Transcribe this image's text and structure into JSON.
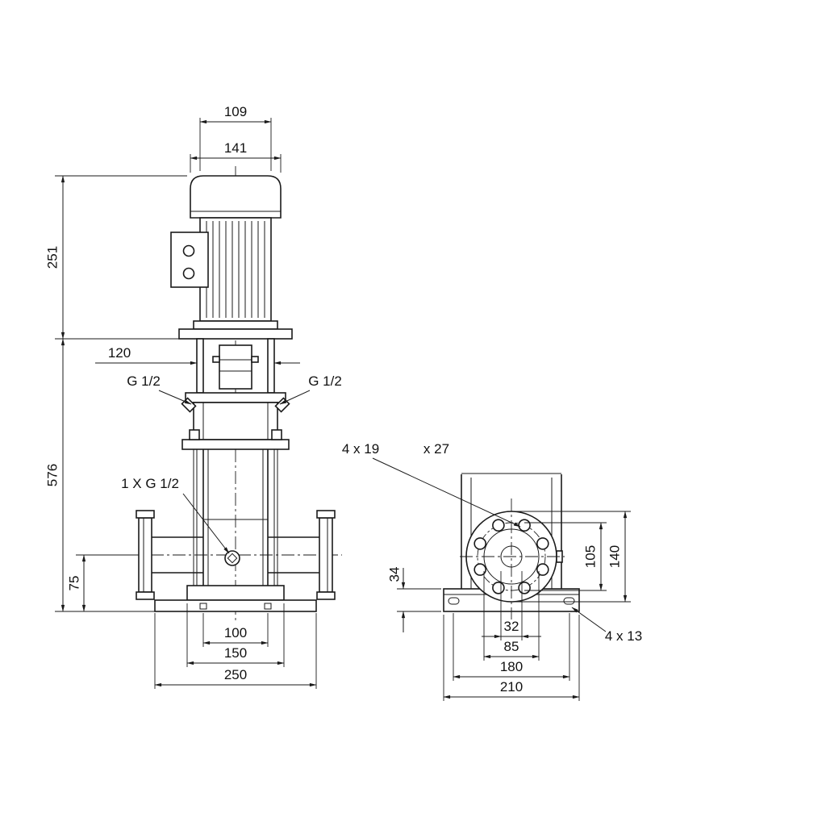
{
  "colors": {
    "line": "#1a1a1a",
    "background": "#ffffff"
  },
  "front_view": {
    "d109": "109",
    "d141": "141",
    "d251": "251",
    "d120": "120",
    "g_half_left": "G 1/2",
    "g_half_right": "G 1/2",
    "d576": "576",
    "drain": "1 X G 1/2",
    "d75": "75",
    "d100": "100",
    "d150": "150",
    "d250": "250"
  },
  "side_view": {
    "flange_holes_a": "4 x 19",
    "flange_holes_b": "x 27",
    "d34": "34",
    "d105": "105",
    "d140": "140",
    "d32": "32",
    "d85": "85",
    "d180": "180",
    "d210": "210",
    "base_holes": "4 x 13"
  }
}
